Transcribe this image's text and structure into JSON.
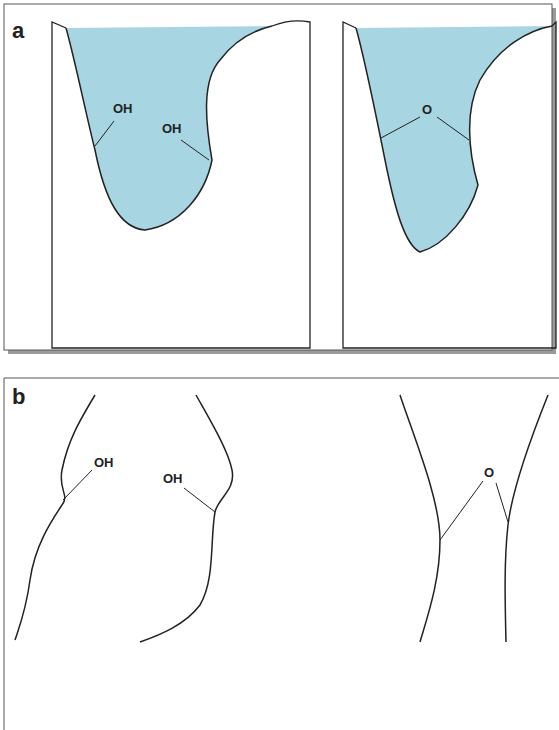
{
  "diagram": {
    "labels": [
      "a",
      "OH",
      "OH",
      "O",
      "b",
      "OH",
      "OH",
      "O"
    ]
  }
}
